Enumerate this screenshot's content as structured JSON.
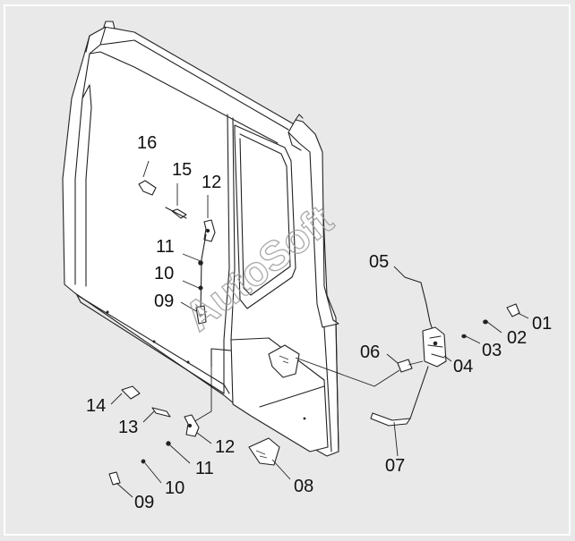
{
  "diagram": {
    "watermark": "AutoSoft",
    "callouts": [
      {
        "id": "label-16-top",
        "text": "16"
      },
      {
        "id": "label-15-top",
        "text": "15"
      },
      {
        "id": "label-12-top",
        "text": "12"
      },
      {
        "id": "label-11-top",
        "text": "11"
      },
      {
        "id": "label-10-top",
        "text": "10"
      },
      {
        "id": "label-09-top",
        "text": "09"
      },
      {
        "id": "label-05",
        "text": "05"
      },
      {
        "id": "label-06",
        "text": "06"
      },
      {
        "id": "label-04",
        "text": "04"
      },
      {
        "id": "label-03",
        "text": "03"
      },
      {
        "id": "label-02",
        "text": "02"
      },
      {
        "id": "label-01",
        "text": "01"
      },
      {
        "id": "label-07",
        "text": "07"
      },
      {
        "id": "label-14",
        "text": "14"
      },
      {
        "id": "label-13",
        "text": "13"
      },
      {
        "id": "label-12-bottom",
        "text": "12"
      },
      {
        "id": "label-11-bottom",
        "text": "11"
      },
      {
        "id": "label-10-bottom",
        "text": "10"
      },
      {
        "id": "label-09-bottom",
        "text": "09"
      },
      {
        "id": "label-08",
        "text": "08"
      }
    ]
  }
}
